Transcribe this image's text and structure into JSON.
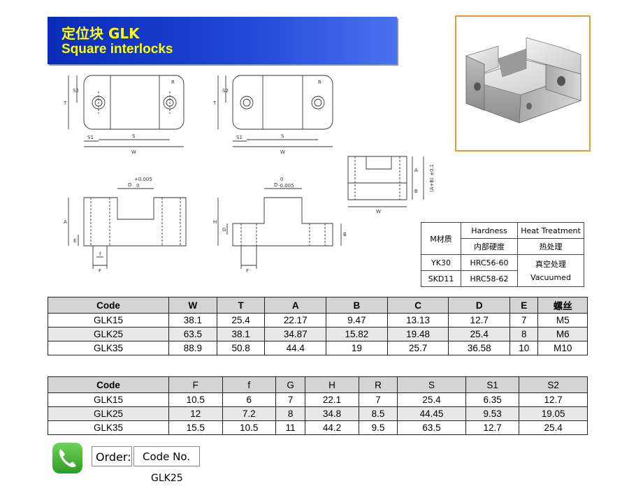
{
  "header": {
    "title_cn": "定位块 GLK",
    "title_en": "Square interlocks"
  },
  "drawing_labels": {
    "T": "T",
    "S2": "S2",
    "R": "R",
    "S1": "S1",
    "S": "S",
    "W": "W",
    "D": "D",
    "tol_plus": "+0.005",
    "tol_zero": "0",
    "tol_minus": "-0.005",
    "A": "A",
    "E": "E",
    "f": "f",
    "F": "F",
    "H": "H",
    "G": "G",
    "B": "B",
    "AB": "(A+B) ±0.1"
  },
  "material": {
    "m_label": "M材质",
    "hardness": "Hardness",
    "heat": "Heat Treatment",
    "hardness_cn": "内部硬度",
    "heat_cn": "热处理",
    "rows": [
      {
        "name": "YK30",
        "hrc": "HRC56-60"
      },
      {
        "name": "SKD11",
        "hrc": "HRC58-62"
      }
    ],
    "heat_value_cn": "真空处理",
    "heat_value_en": "Vacuumed"
  },
  "table1": {
    "headers": [
      "Code",
      "W",
      "T",
      "A",
      "B",
      "C",
      "D",
      "E",
      "螺丝"
    ],
    "rows": [
      [
        "GLK15",
        "38.1",
        "25.4",
        "22.17",
        "9.47",
        "13.13",
        "12.7",
        "7",
        "M5"
      ],
      [
        "GLK25",
        "63.5",
        "38.1",
        "34.87",
        "15.82",
        "19.48",
        "25.4",
        "8",
        "M6"
      ],
      [
        "GLK35",
        "88.9",
        "50.8",
        "44.4",
        "19",
        "25.7",
        "36.58",
        "10",
        "M10"
      ]
    ]
  },
  "table2": {
    "headers": [
      "Code",
      "F",
      "f",
      "G",
      "H",
      "R",
      "S",
      "S1",
      "S2"
    ],
    "rows": [
      [
        "GLK15",
        "10.5",
        "6",
        "7",
        "22.1",
        "7",
        "25.4",
        "6.35",
        "12.7"
      ],
      [
        "GLK25",
        "12",
        "7.2",
        "8",
        "34.8",
        "8.5",
        "44.45",
        "9.53",
        "19.05"
      ],
      [
        "GLK35",
        "15.5",
        "10.5",
        "11",
        "44.2",
        "9.5",
        "63.5",
        "12.7",
        "25.4"
      ]
    ]
  },
  "order": {
    "order_label": "Order:",
    "code_label": "Code No.",
    "example": "GLK25"
  },
  "icons": {
    "phone": "phone-icon"
  }
}
